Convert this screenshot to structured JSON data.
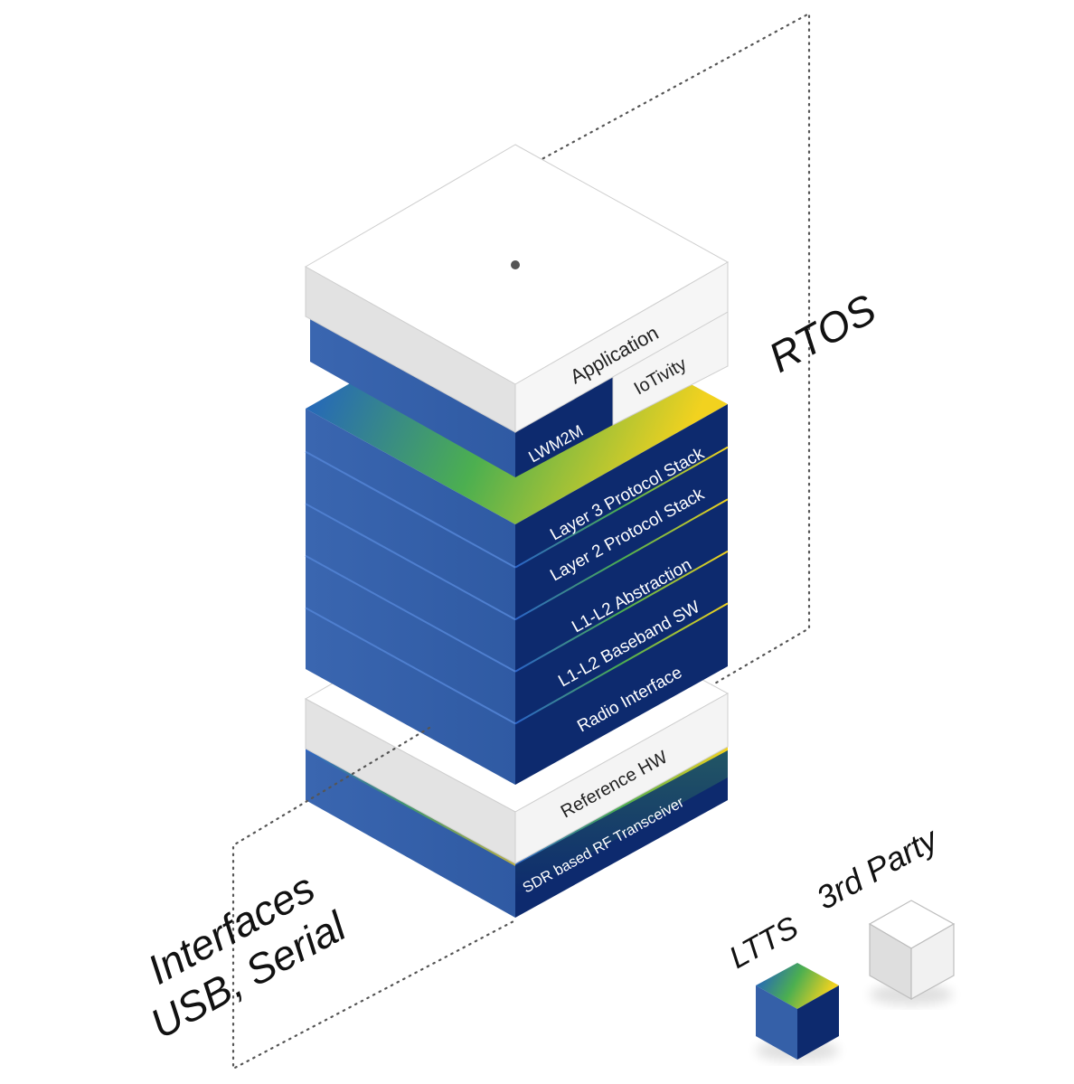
{
  "stack": {
    "top_labels": {
      "application": "Application",
      "iotivity": "IoTivity",
      "lwm2m": "LWM2M"
    },
    "blue_layers": [
      "Layer 3 Protocol Stack",
      "Layer 2 Protocol Stack",
      "L1-L2 Abstraction",
      "L1-L2 Baseband SW",
      "Radio Interface"
    ],
    "hw_labels": {
      "reference_hw": "Reference HW",
      "sdr": "SDR based RF Transceiver"
    }
  },
  "annotations": {
    "rtos": "RTOS",
    "interfaces_line1": "Interfaces",
    "interfaces_line2": "USB, Serial"
  },
  "legend": {
    "ltts": "LTTS",
    "third_party": "3rd Party"
  },
  "colors": {
    "blue_front": "#0d2a6e",
    "blue_side": "#3560a8",
    "gradient_start": "#1b54d6",
    "gradient_mid": "#4caf50",
    "gradient_end": "#f2d21f",
    "white_face": "#ffffff",
    "white_side": "#e2e2e2",
    "dotted_line": "#555555"
  }
}
